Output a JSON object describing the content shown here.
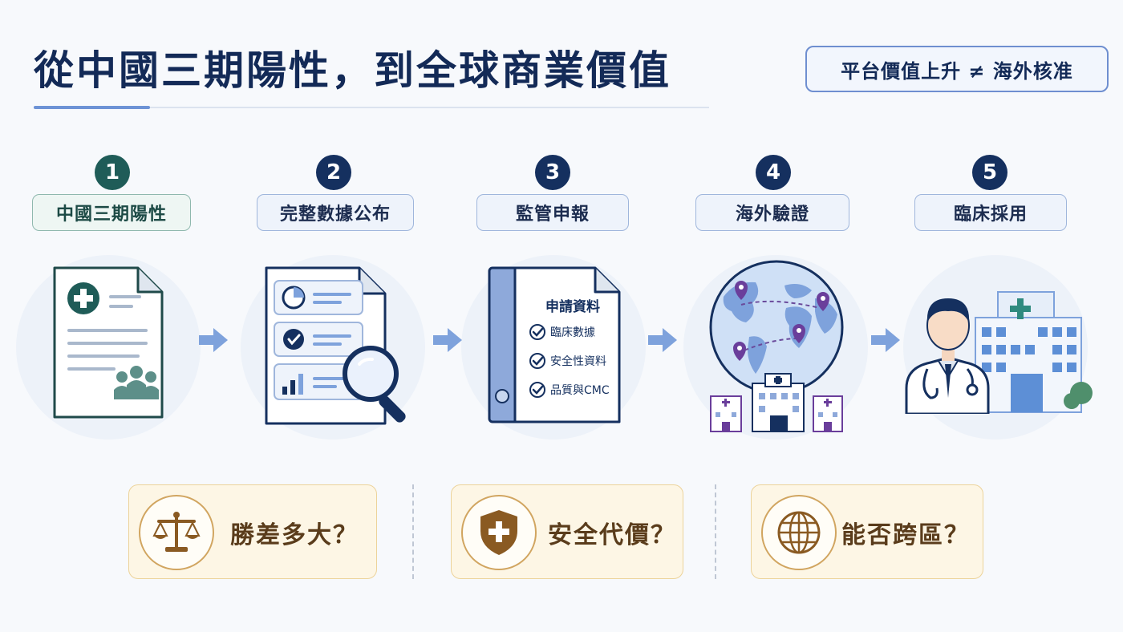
{
  "title": "從中國三期陽性，到全球商業價值",
  "badge": "平台價值上升 ≠ 海外核准",
  "steps": [
    {
      "num": "1",
      "label": "中國三期陽性",
      "color": "#1f5c58"
    },
    {
      "num": "2",
      "label": "完整數據公布",
      "color": "#15305f"
    },
    {
      "num": "3",
      "label": "監管申報",
      "color": "#15305f"
    },
    {
      "num": "4",
      "label": "海外驗證",
      "color": "#15305f"
    },
    {
      "num": "5",
      "label": "臨床採用",
      "color": "#15305f"
    }
  ],
  "binder": {
    "title": "申請資料",
    "items": [
      "臨床數據",
      "安全性資料",
      "品質與CMC"
    ]
  },
  "questions": [
    {
      "text": "勝差多大？",
      "icon": "scale-icon"
    },
    {
      "text": "安全代價？",
      "icon": "shield-plus-icon"
    },
    {
      "text": "能否跨區？",
      "icon": "globe-icon"
    }
  ],
  "colors": {
    "navy": "#132a57",
    "teal": "#1f5c58",
    "arrow": "#7ea2dc",
    "gold": "#d1a560",
    "brown": "#5a3c1b"
  }
}
